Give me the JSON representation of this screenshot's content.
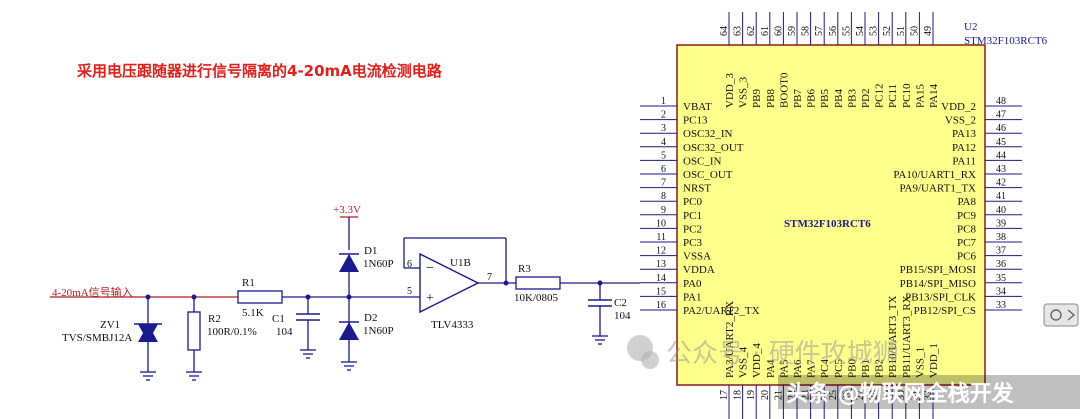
{
  "title": "采用电压跟随器进行信号隔离的4-20mA电流检测电路",
  "input_label": "4-20mA信号输入",
  "power_label": "+3.3V",
  "components": {
    "zv1": {
      "ref": "ZV1",
      "value": "TVS/SMBJ12A"
    },
    "r1": {
      "ref": "R1",
      "value": "5.1K"
    },
    "r2": {
      "ref": "R2",
      "value": "100R/0.1%"
    },
    "c1": {
      "ref": "C1",
      "value": "104"
    },
    "d1": {
      "ref": "D1",
      "value": "1N60P"
    },
    "d2": {
      "ref": "D2",
      "value": "1N60P"
    },
    "u1b": {
      "ref": "U1B",
      "value": "TLV4333",
      "pin_in": "5",
      "pin_fb": "6",
      "pin_out": "7"
    },
    "r3": {
      "ref": "R3",
      "value": "10K/0805"
    },
    "c2": {
      "ref": "C2",
      "value": "104"
    }
  },
  "mcu": {
    "ref": "U2",
    "part": "STM32F103RCT6",
    "center_label": "STM32F103RCT6",
    "left_pins": [
      {
        "num": "1",
        "name": "VBAT"
      },
      {
        "num": "2",
        "name": "PC13"
      },
      {
        "num": "3",
        "name": "OSC32_IN"
      },
      {
        "num": "4",
        "name": "OSC32_OUT"
      },
      {
        "num": "5",
        "name": "OSC_IN"
      },
      {
        "num": "6",
        "name": "OSC_OUT"
      },
      {
        "num": "7",
        "name": "NRST"
      },
      {
        "num": "8",
        "name": "PC0"
      },
      {
        "num": "9",
        "name": "PC1"
      },
      {
        "num": "10",
        "name": "PC2"
      },
      {
        "num": "11",
        "name": "PC3"
      },
      {
        "num": "12",
        "name": "VSSA"
      },
      {
        "num": "13",
        "name": "VDDA"
      },
      {
        "num": "14",
        "name": "PA0"
      },
      {
        "num": "15",
        "name": "PA1"
      },
      {
        "num": "16",
        "name": "PA2/UART2_TX"
      }
    ],
    "right_pins": [
      {
        "num": "48",
        "name": "VDD_2"
      },
      {
        "num": "47",
        "name": "VSS_2"
      },
      {
        "num": "46",
        "name": "PA13"
      },
      {
        "num": "45",
        "name": "PA12"
      },
      {
        "num": "44",
        "name": "PA11"
      },
      {
        "num": "43",
        "name": "PA10/UART1_RX"
      },
      {
        "num": "42",
        "name": "PA9/UART1_TX"
      },
      {
        "num": "41",
        "name": "PA8"
      },
      {
        "num": "40",
        "name": "PC9"
      },
      {
        "num": "39",
        "name": "PC8"
      },
      {
        "num": "38",
        "name": "PC7"
      },
      {
        "num": "37",
        "name": "PC6"
      },
      {
        "num": "36",
        "name": "PB15/SPI_MOSI"
      },
      {
        "num": "35",
        "name": "PB14/SPI_MISO"
      },
      {
        "num": "34",
        "name": "PB13/SPI_CLK"
      },
      {
        "num": "33",
        "name": "PB12/SPI_CS"
      }
    ],
    "top_pins": [
      {
        "num": "64",
        "name": "VDD_3"
      },
      {
        "num": "63",
        "name": "VSS_3"
      },
      {
        "num": "62",
        "name": "PB9"
      },
      {
        "num": "61",
        "name": "PB8"
      },
      {
        "num": "60",
        "name": "BOOT0"
      },
      {
        "num": "59",
        "name": "PB7"
      },
      {
        "num": "58",
        "name": "PB6"
      },
      {
        "num": "57",
        "name": "PB5"
      },
      {
        "num": "56",
        "name": "PB4"
      },
      {
        "num": "55",
        "name": "PB3"
      },
      {
        "num": "54",
        "name": "PD2"
      },
      {
        "num": "53",
        "name": "PC12"
      },
      {
        "num": "52",
        "name": "PC11"
      },
      {
        "num": "51",
        "name": "PC10"
      },
      {
        "num": "50",
        "name": "PA15"
      },
      {
        "num": "49",
        "name": "PA14"
      }
    ],
    "bottom_pins": [
      {
        "num": "17",
        "name": "PA3/UART2_RX"
      },
      {
        "num": "18",
        "name": "VSS_4"
      },
      {
        "num": "19",
        "name": "VDD_4"
      },
      {
        "num": "20",
        "name": "PA4"
      },
      {
        "num": "21",
        "name": "PA5"
      },
      {
        "num": "22",
        "name": "PA6"
      },
      {
        "num": "23",
        "name": "PA7"
      },
      {
        "num": "24",
        "name": "PC4"
      },
      {
        "num": "25",
        "name": "PC5"
      },
      {
        "num": "26",
        "name": "PB0"
      },
      {
        "num": "27",
        "name": "PB1"
      },
      {
        "num": "28",
        "name": "PB2"
      },
      {
        "num": "29",
        "name": "PB10/UART3_TX"
      },
      {
        "num": "30",
        "name": "PB11/UART3_RX"
      },
      {
        "num": "31",
        "name": "VSS_1"
      },
      {
        "num": "32",
        "name": "VDD_1"
      }
    ]
  },
  "watermark": {
    "text1": "公众号 · 硬件攻城狮",
    "text2": "头条 @物联网全栈开发"
  },
  "colors": {
    "title": "#e0201c",
    "chip_fill": "#ffff8c",
    "chip_border": "#8c1a1a",
    "wire": "#1a1a8c",
    "wire_red": "#b22222"
  }
}
